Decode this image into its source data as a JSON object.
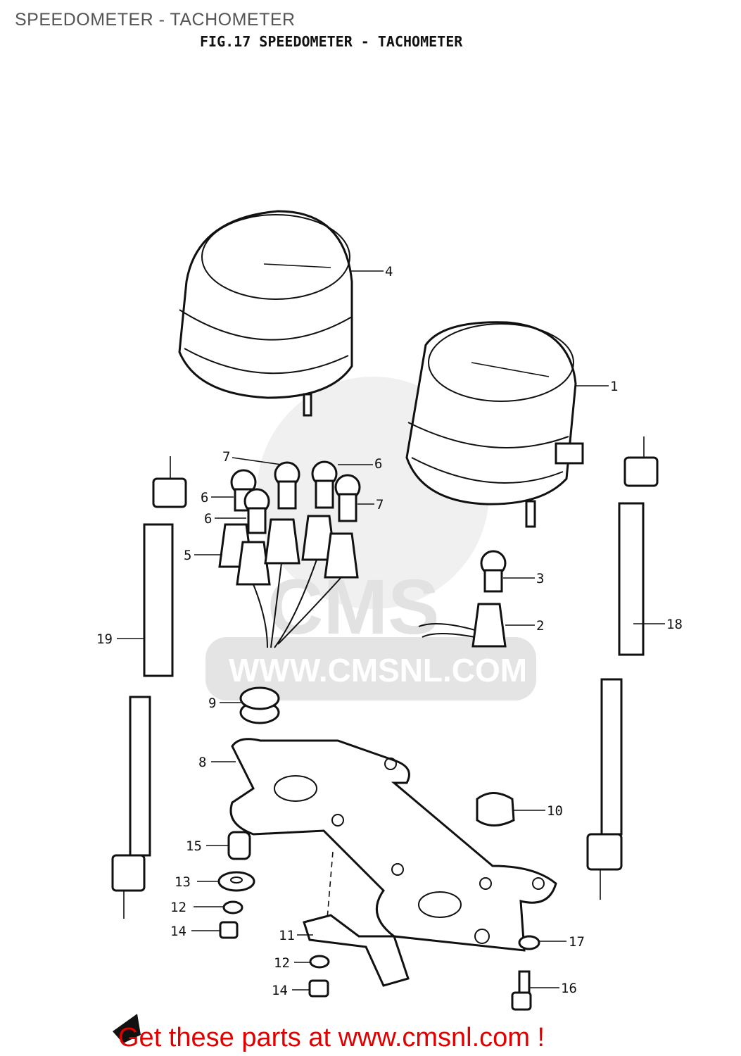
{
  "header": {
    "title": "SPEEDOMETER - TACHOMETER"
  },
  "figure": {
    "caption": "FIG.17  SPEEDOMETER - TACHOMETER"
  },
  "watermark": {
    "logo": "CMS",
    "url": "WWW.CMSNL.COM"
  },
  "callouts": [
    "4",
    "1",
    "7",
    "6",
    "6",
    "7",
    "6",
    "5",
    "3",
    "2",
    "19",
    "18",
    "9",
    "8",
    "10",
    "15",
    "13",
    "12",
    "14",
    "11",
    "17",
    "12",
    "16",
    "14"
  ],
  "footer": {
    "text": "Get these parts at www.cmsnl.com !",
    "color": "#e00000"
  }
}
